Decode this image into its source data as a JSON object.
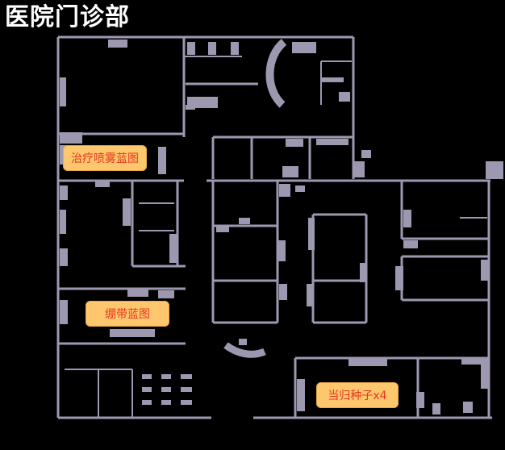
{
  "title": "医院门诊部",
  "markers": [
    {
      "label": "治疗喷雾蓝图"
    },
    {
      "label": "绷带蓝图"
    },
    {
      "label": "当归种子x4"
    }
  ],
  "colors": {
    "background": "#000000",
    "walls": "#9d98b0",
    "marker_fill": "#ffc76d",
    "marker_text": "#e53620",
    "title_text": "#ffffff"
  }
}
